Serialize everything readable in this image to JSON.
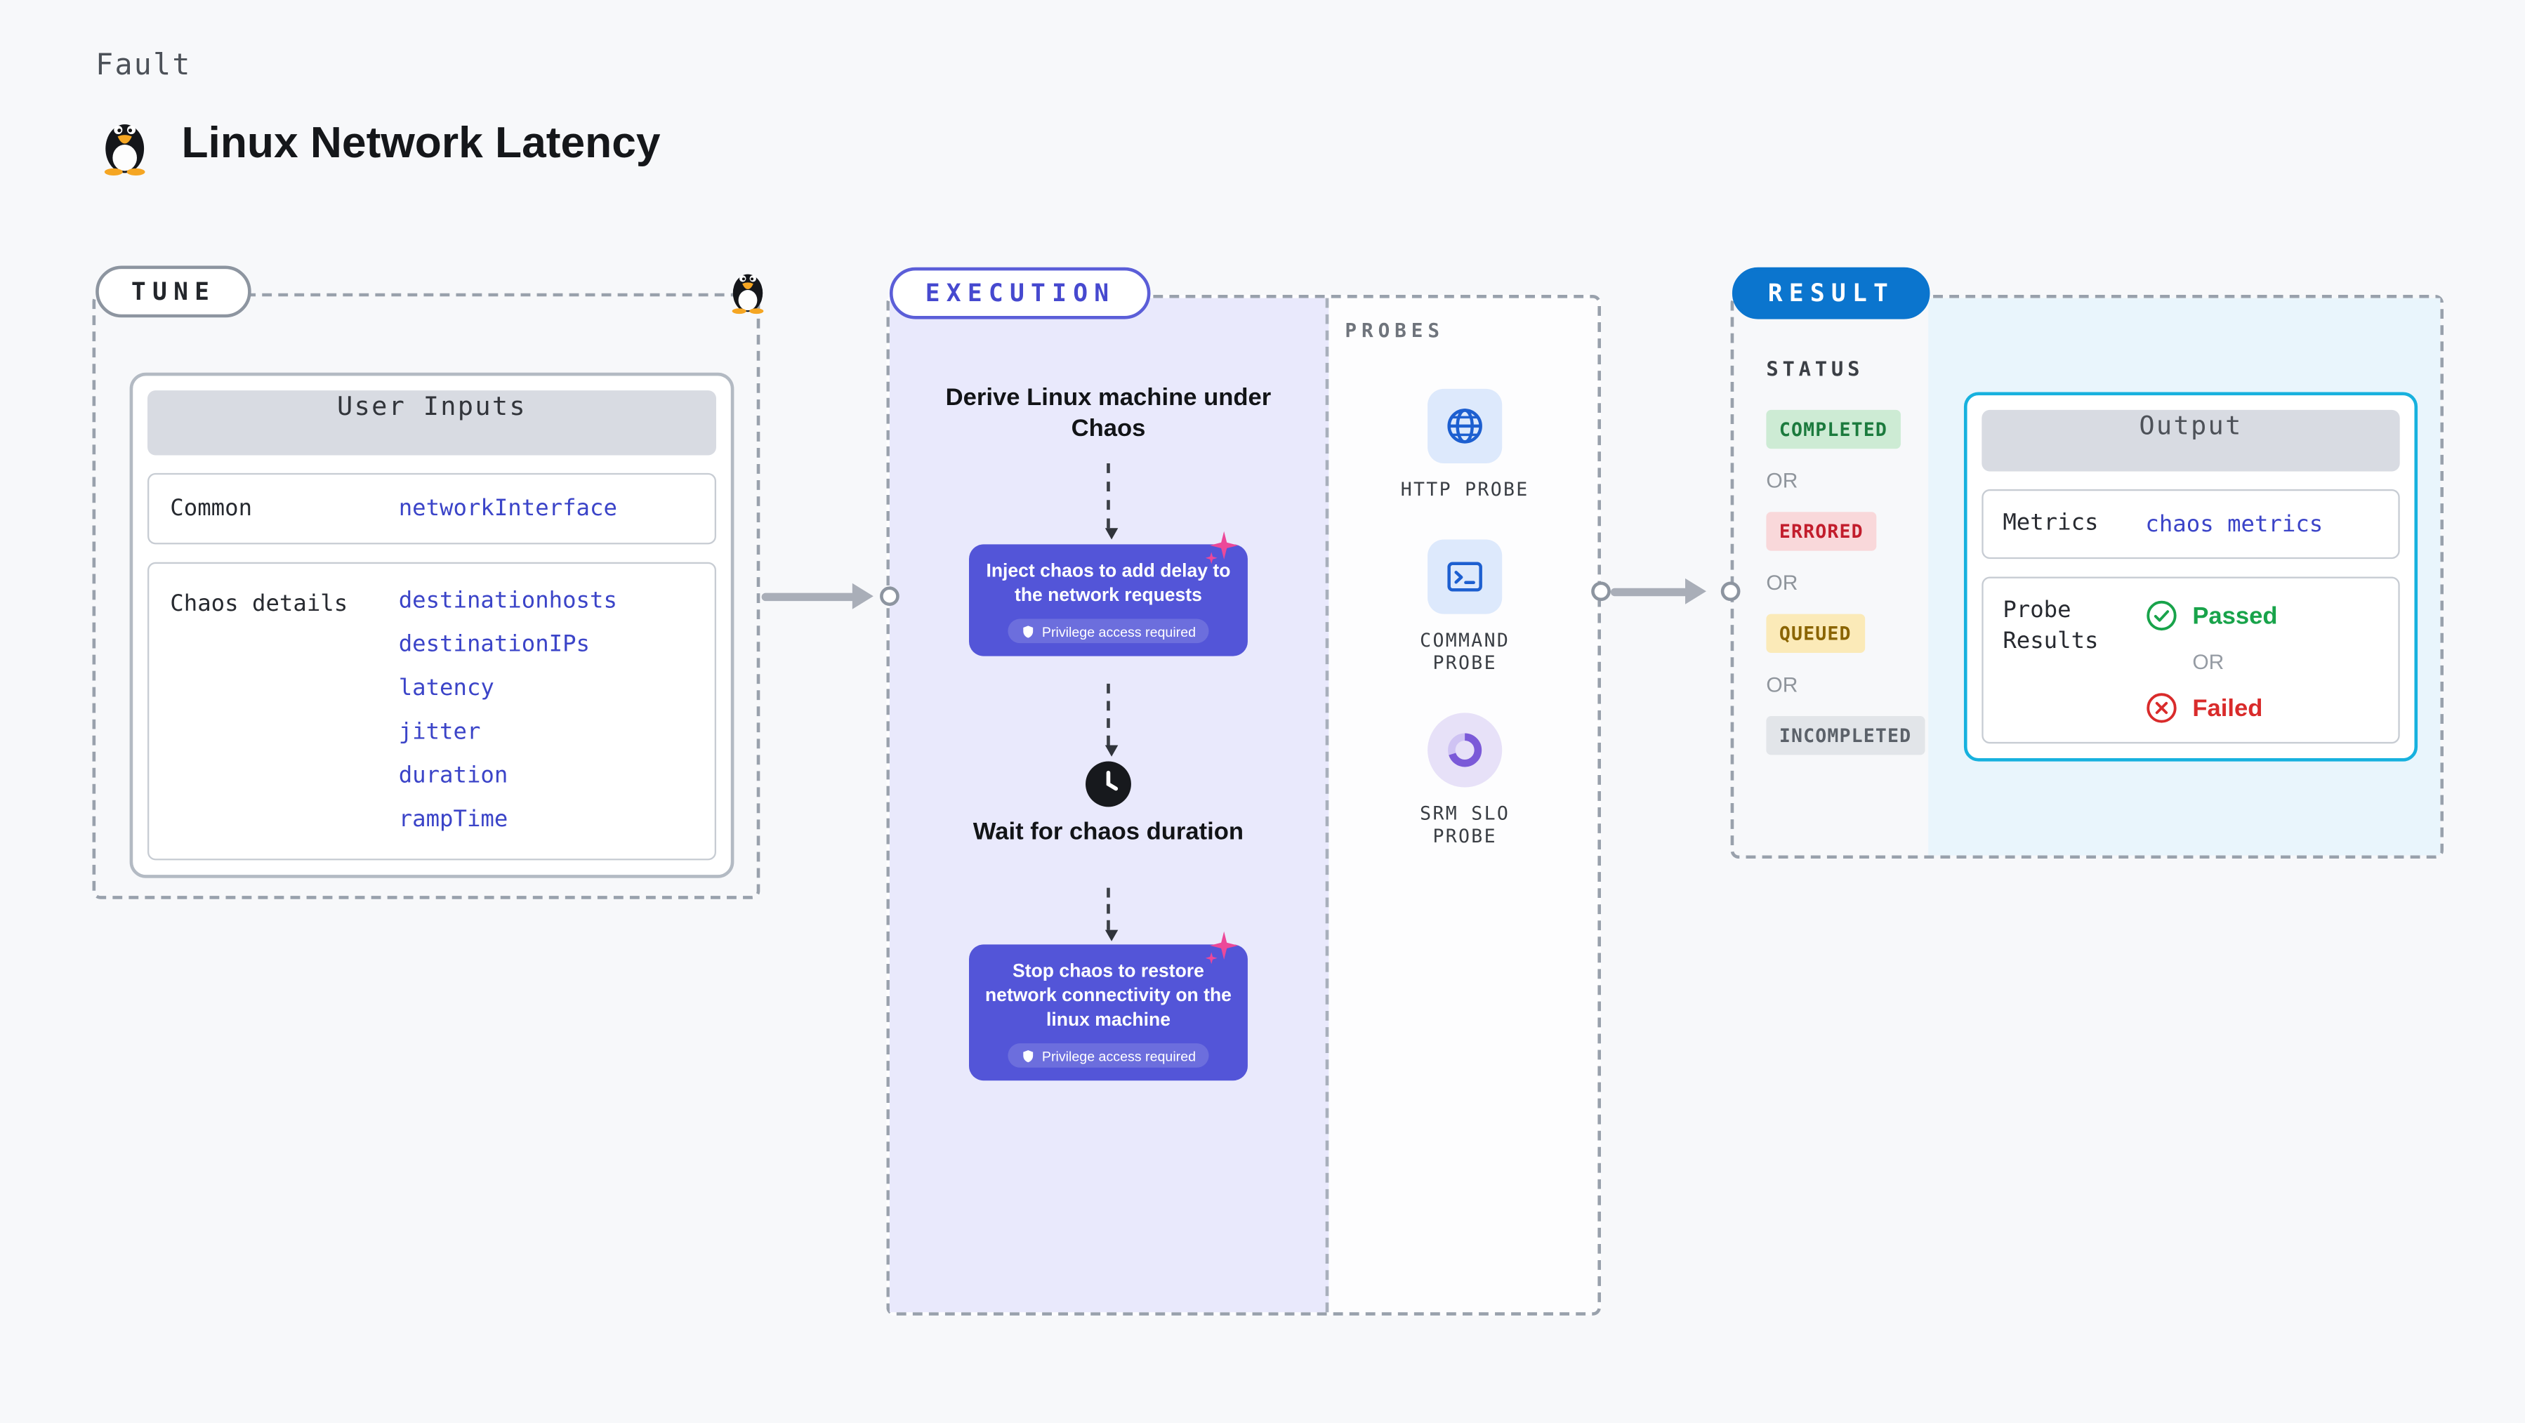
{
  "header": {
    "kicker": "Fault",
    "title": "Linux Network Latency",
    "icon": "tux-penguin-icon"
  },
  "tune": {
    "pill": "TUNE",
    "corner_icon": "tux-penguin-icon",
    "card_title": "User Inputs",
    "common_label": "Common",
    "common_value": "networkInterface",
    "chaos_label": "Chaos details",
    "chaos_values": [
      "destinationhosts",
      "destinationIPs",
      "latency",
      "jitter",
      "duration",
      "rampTime"
    ]
  },
  "execution": {
    "pill": "EXECUTION",
    "derive_text": "Derive Linux machine under Chaos",
    "inject_text": "Inject chaos to add delay to the network requests",
    "privilege_text": "Privilege access required",
    "wait_text": "Wait for chaos duration",
    "stop_text": "Stop chaos to restore network connectivity on the linux machine",
    "step_corner_icon": "chaos-spark-icon",
    "wait_icon": "clock-icon",
    "probes": {
      "label": "PROBES",
      "items": [
        {
          "name": "HTTP PROBE",
          "icon": "globe-icon"
        },
        {
          "name": "COMMAND PROBE",
          "icon": "terminal-icon"
        },
        {
          "name": "SRM SLO PROBE",
          "icon": "donut-chart-icon"
        }
      ]
    }
  },
  "result": {
    "pill": "RESULT",
    "status_label": "STATUS",
    "or_label": "OR",
    "badges": [
      {
        "text": "COMPLETED",
        "bg": "#cdebd4",
        "color": "#1b7a3d"
      },
      {
        "text": "ERRORED",
        "bg": "#f9d8da",
        "color": "#c21d2c"
      },
      {
        "text": "QUEUED",
        "bg": "#fbeab8",
        "color": "#8a6400"
      },
      {
        "text": "INCOMPLETED",
        "bg": "#e2e5e9",
        "color": "#5b6169"
      }
    ],
    "output": {
      "title": "Output",
      "metrics_label": "Metrics",
      "metrics_value": "chaos metrics",
      "probe_label": "Probe Results",
      "passed_text": "Passed",
      "passed_icon": "check-circle-icon",
      "or_label": "OR",
      "failed_text": "Failed",
      "failed_icon": "x-circle-icon"
    }
  },
  "colors": {
    "page_bg": "#f7f8fa",
    "accent_indigo": "#5355d8",
    "execution_panel": "#e9e9fc",
    "result_blue": "#0b75ce",
    "output_border_cyan": "#17b1de",
    "result_panel": "#e9f5fc",
    "code_blue": "#3b44c8",
    "chaos_pink": "#ec4899",
    "passed_green": "#18a34a",
    "failed_red": "#d92b2b",
    "arrow_gray": "#a9aeb8"
  }
}
